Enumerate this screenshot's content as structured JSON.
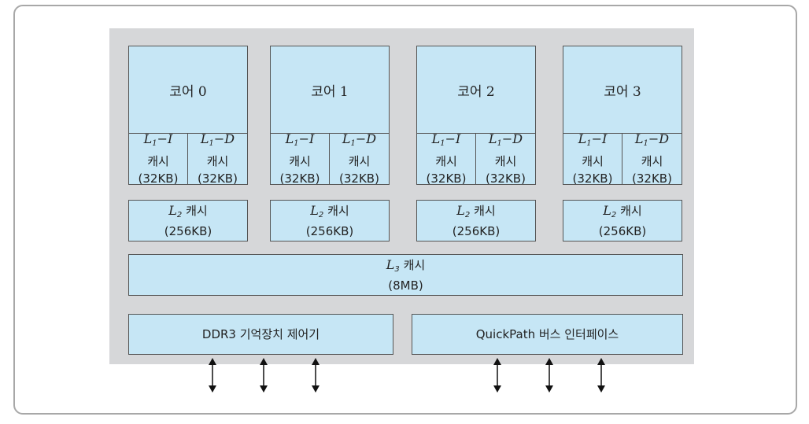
{
  "cores": [
    {
      "title": "코어 0"
    },
    {
      "title": "코어 1"
    },
    {
      "title": "코어 2"
    },
    {
      "title": "코어 3"
    }
  ],
  "l1": {
    "i_prefix": "L",
    "i_sub": "1",
    "i_suffix": "−I",
    "d_prefix": "L",
    "d_sub": "1",
    "d_suffix": "−D",
    "cache_word": "캐시",
    "size": "(32KB)"
  },
  "l2": {
    "prefix": "L",
    "sub": "2",
    "label": "캐시",
    "size": "(256KB)"
  },
  "l3": {
    "prefix": "L",
    "sub": "3",
    "label": "캐시",
    "size": "(8MB)"
  },
  "ddr3": {
    "label": "DDR3 기억장치 제어기"
  },
  "quickpath": {
    "label": "QuickPath 버스 인터페이스"
  },
  "colors": {
    "box": "#c6e6f5",
    "chip": "#d6d7d9",
    "border": "#555555"
  }
}
